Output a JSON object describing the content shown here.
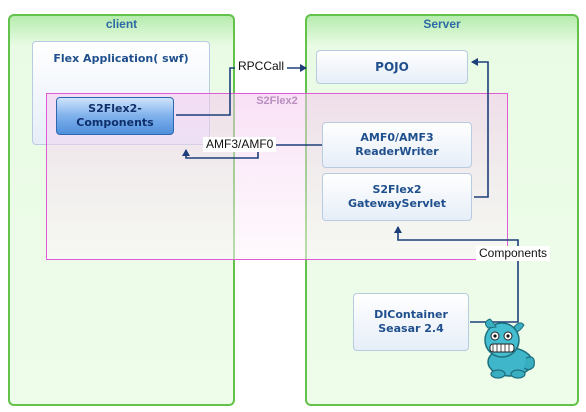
{
  "client": {
    "title": "client"
  },
  "server": {
    "title": "Server"
  },
  "s2flex2": {
    "title": "S2Flex2"
  },
  "boxes": {
    "flex_application": "Flex Application( swf)",
    "s2flex2_components": "S2Flex2-\nComponents",
    "pojo": "POJO",
    "amf_reader_writer": "AMF0/AMF3\nReaderWriter",
    "gateway_servlet": "S2Flex2\nGatewayServlet",
    "dicontainer": "DIContainer\nSeasar 2.4"
  },
  "labels": {
    "rpc_call": "RPCCall",
    "amf": "AMF3/AMF0",
    "components": "Components"
  },
  "colors": {
    "panel_border": "#63c24a",
    "panel_title": "#2d6aa5",
    "overlay_border": "#e15ad6",
    "arrow": "#1c3f7a"
  }
}
